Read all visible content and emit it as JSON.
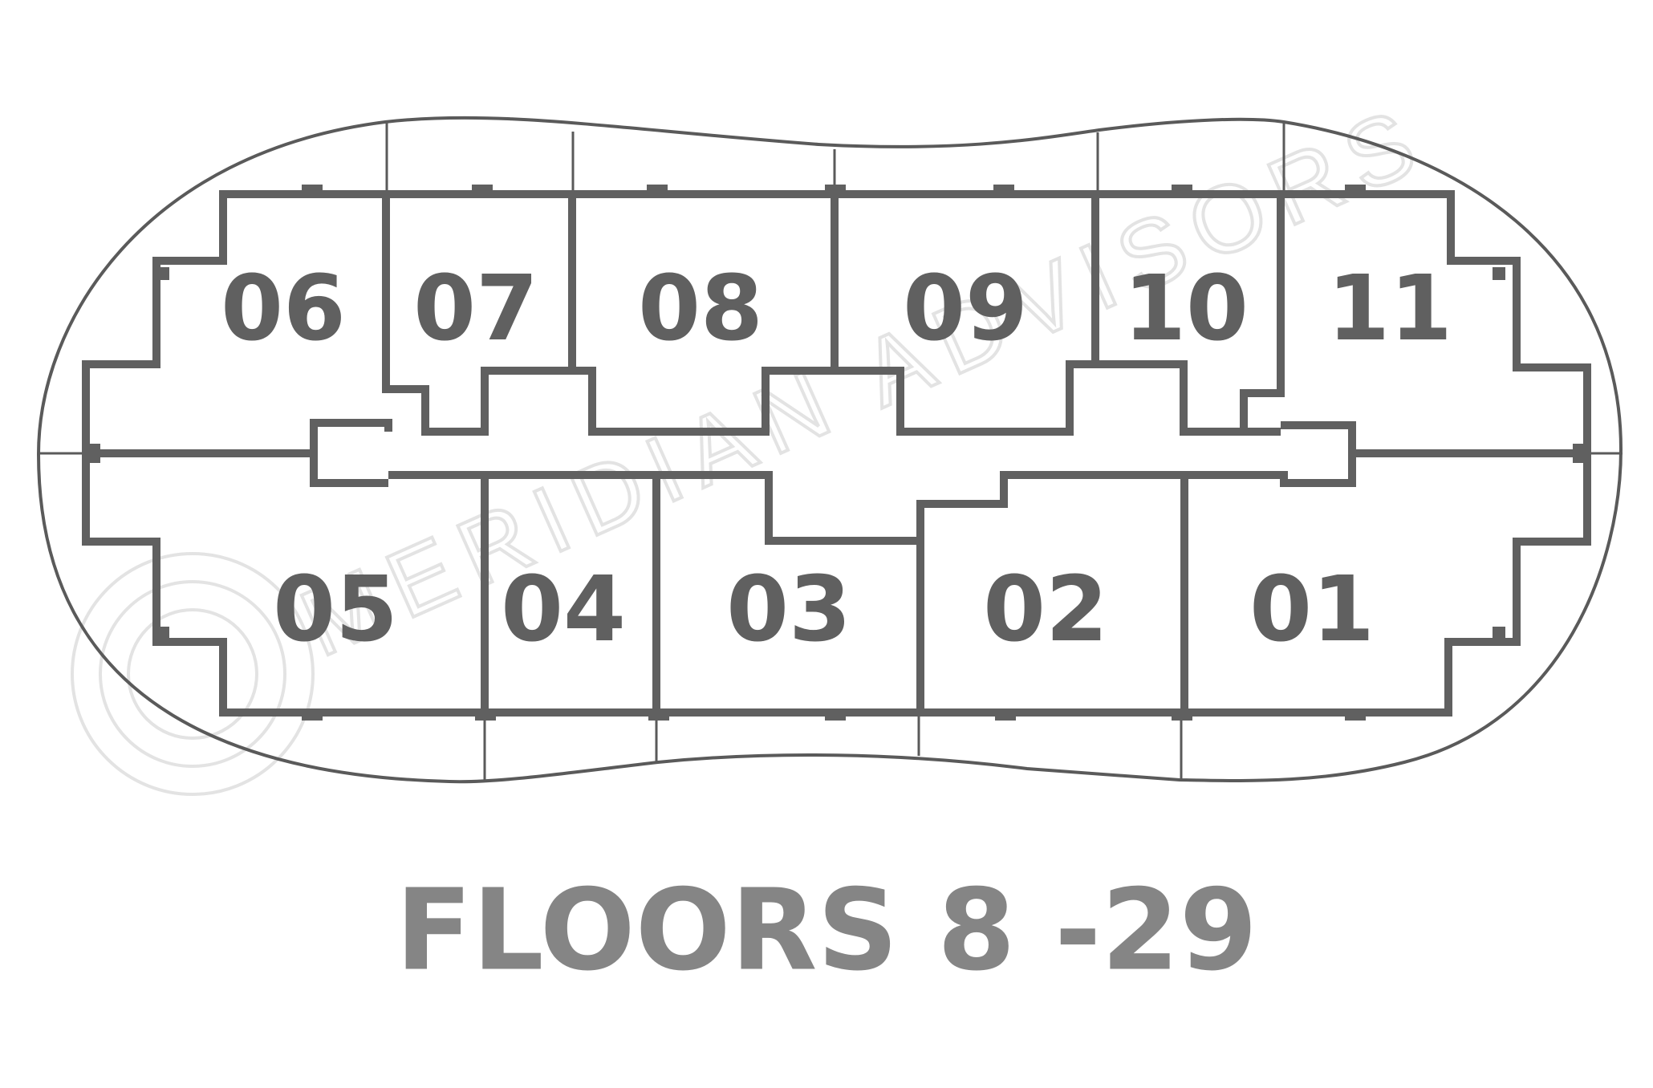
{
  "units": [
    {
      "id": "06",
      "label": "06"
    },
    {
      "id": "07",
      "label": "07"
    },
    {
      "id": "08",
      "label": "08"
    },
    {
      "id": "09",
      "label": "09"
    },
    {
      "id": "10",
      "label": "10"
    },
    {
      "id": "11",
      "label": "11"
    },
    {
      "id": "05",
      "label": "05"
    },
    {
      "id": "04",
      "label": "04"
    },
    {
      "id": "03",
      "label": "03"
    },
    {
      "id": "02",
      "label": "02"
    },
    {
      "id": "01",
      "label": "01"
    }
  ],
  "title": "FLOORS 8 -29",
  "watermark": "MERIDIAN ADVISORS",
  "colors": {
    "walls": "#606060",
    "outline": "#5a5a5a",
    "title": "#858585",
    "watermark": "#e3e3e3"
  }
}
